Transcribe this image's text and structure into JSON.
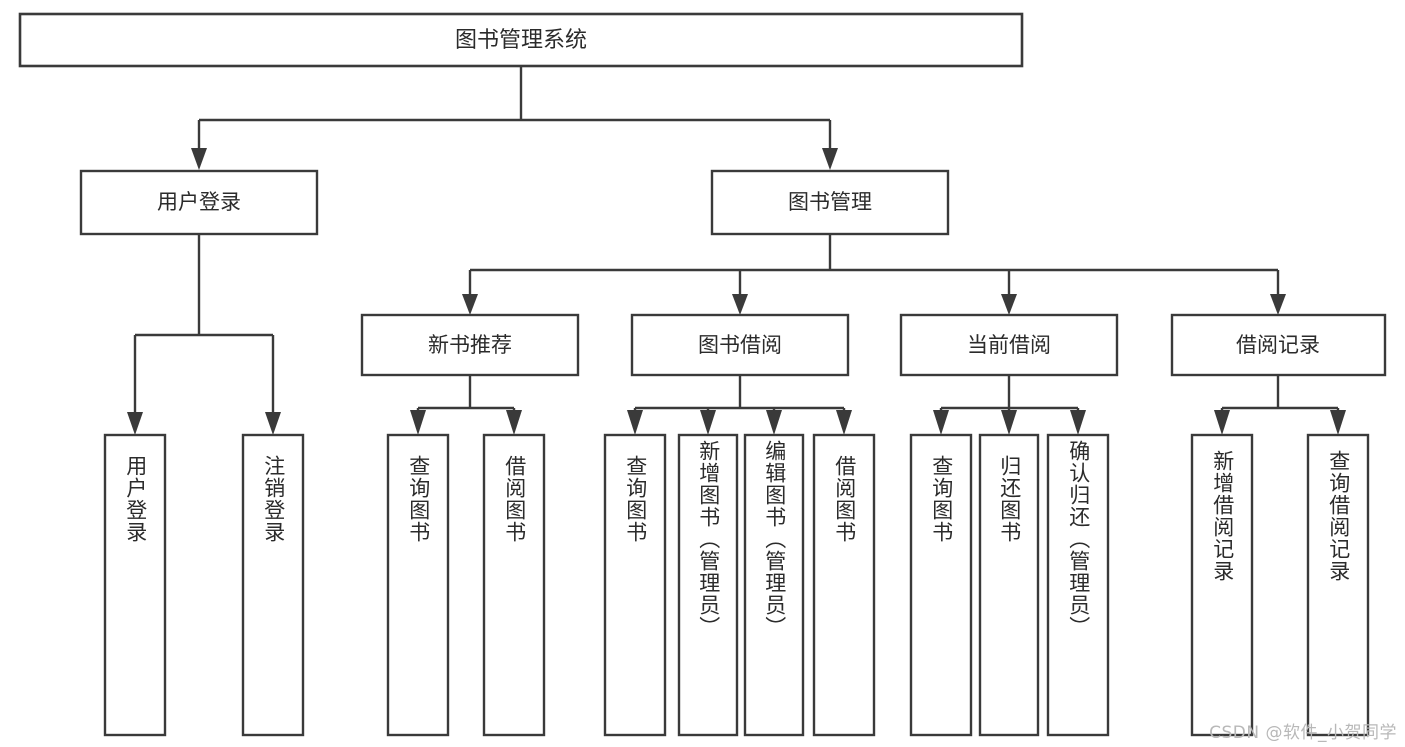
{
  "diagram": {
    "type": "tree",
    "title": "图书管理系统",
    "orientation": "top-down",
    "colors": {
      "box_stroke": "#3a3a3a",
      "box_fill": "#ffffff",
      "text": "#2b2b2b",
      "background": "#ffffff",
      "watermark": "#b8b8b8"
    },
    "root": {
      "label": "图书管理系统"
    },
    "level1": [
      {
        "label": "用户登录"
      },
      {
        "label": "图书管理"
      }
    ],
    "level2": [
      {
        "label": "新书推荐"
      },
      {
        "label": "图书借阅"
      },
      {
        "label": "当前借阅"
      },
      {
        "label": "借阅记录"
      }
    ],
    "leaves": {
      "user_login": [
        {
          "label": "用户登录"
        },
        {
          "label": "注销登录"
        }
      ],
      "new_book_recommend": [
        {
          "label": "查询图书"
        },
        {
          "label": "借阅图书"
        }
      ],
      "book_borrow": [
        {
          "label": "查询图书"
        },
        {
          "label": "新增图书（管理员）"
        },
        {
          "label": "编辑图书（管理员）"
        },
        {
          "label": "借阅图书"
        }
      ],
      "current_borrow": [
        {
          "label": "查询图书"
        },
        {
          "label": "归还图书"
        },
        {
          "label": "确认归还（管理员）"
        }
      ],
      "borrow_record": [
        {
          "label": "新增借阅记录"
        },
        {
          "label": "查询借阅记录"
        }
      ]
    }
  },
  "watermark": {
    "text": "CSDN @软件_小贺同学"
  }
}
